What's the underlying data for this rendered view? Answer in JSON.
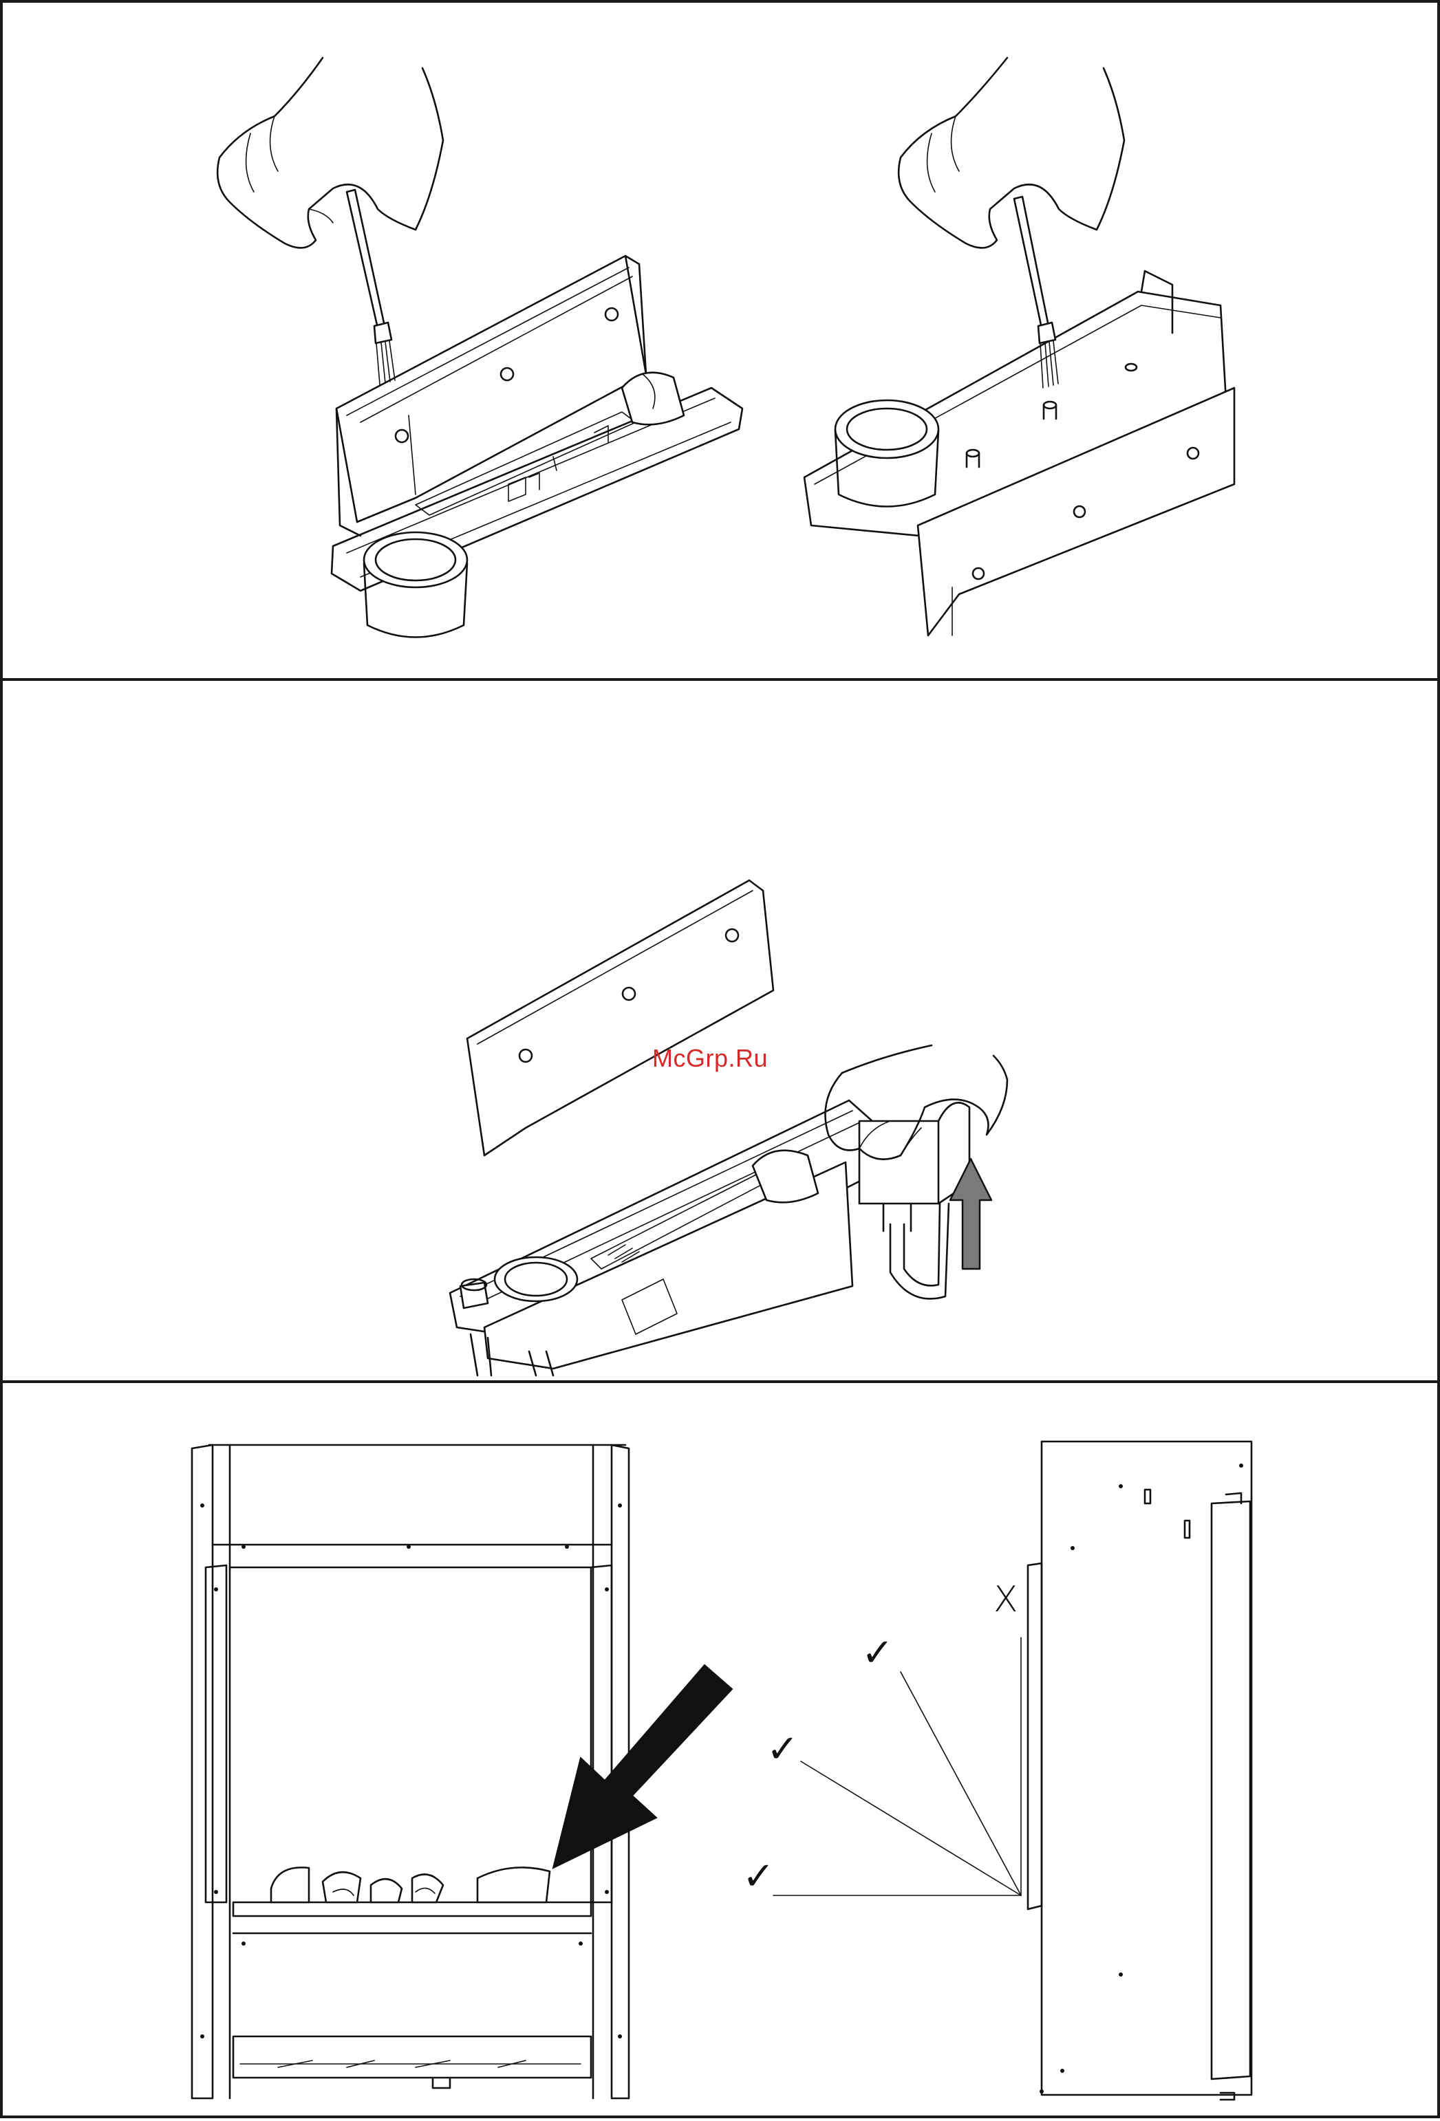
{
  "watermark": {
    "text": "McGrp.Ru"
  },
  "figures": {
    "panel1": [
      "brush-cleaning-tray-front-view",
      "brush-cleaning-tray-rear-view"
    ],
    "panel2": [
      "lifting-water-tank-cap-from-tray"
    ],
    "panel3": [
      "fire-front-view-with-arrow-to-fuel-bed",
      "fire-side-view-viewing-angles"
    ]
  },
  "marks": {
    "check": "✓",
    "cross": "X"
  },
  "colors": {
    "ink": "#111111",
    "arrow_grey": "#7a7a7a",
    "watermark": "#d42a2a"
  }
}
